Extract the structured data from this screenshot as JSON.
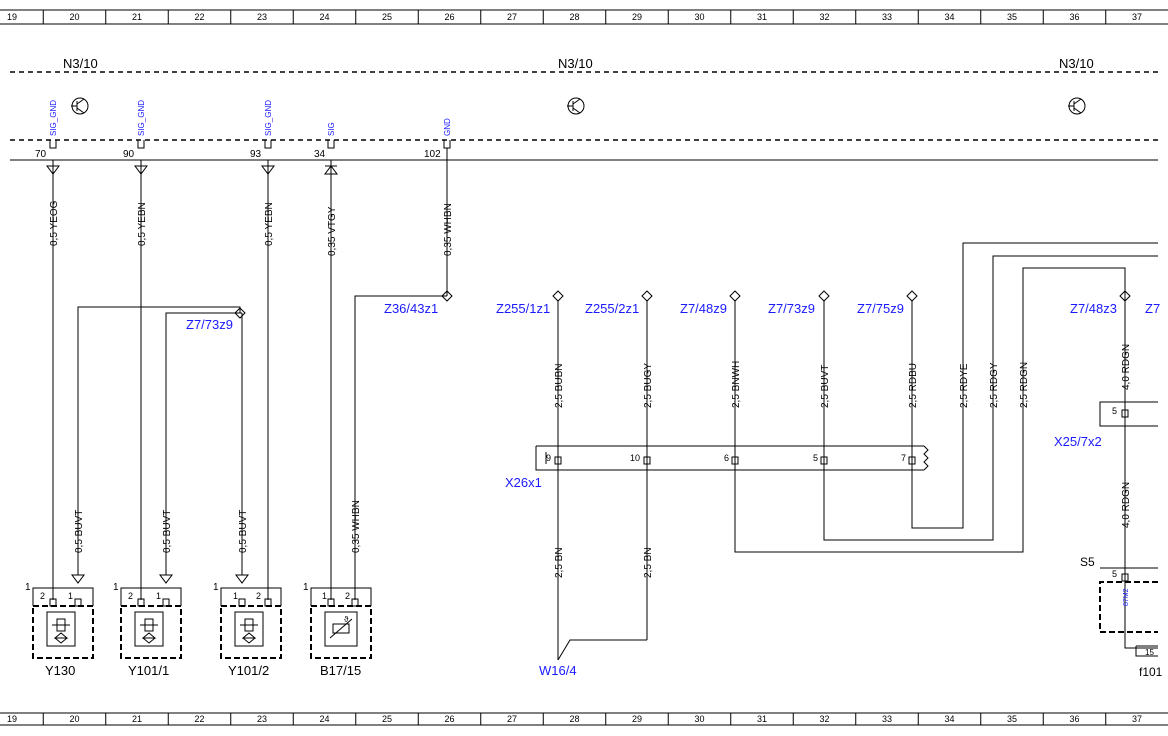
{
  "grid": {
    "numbers": [
      "19",
      "20",
      "21",
      "22",
      "23",
      "24",
      "25",
      "26",
      "27",
      "28",
      "29",
      "30",
      "31",
      "32",
      "33",
      "34",
      "35",
      "36",
      "37"
    ]
  },
  "control_unit": {
    "label_left": "N3/10",
    "label_mid": "N3/10",
    "label_right": "N3/10",
    "pin_labels": [
      "SIG_GND",
      "SIG_GND",
      "SIG_GND",
      "SIG",
      "GND"
    ],
    "pins": [
      "70",
      "90",
      "93",
      "34",
      "102"
    ]
  },
  "wires_top": [
    "0,5 YEOG",
    "0,5 YEBN",
    "0,5 YEBN",
    "0,35 VTGY",
    "0,35 WHBN"
  ],
  "wires_bottom": [
    "0,5 BUVT",
    "0,5 BUVT",
    "0,5 BUVT",
    "0,35 WHBN"
  ],
  "connectors_left": [
    "Z7/73z9",
    "Z36/43z1"
  ],
  "connectors_row": [
    "Z255/1z1",
    "Z255/2z1",
    "Z7/48z9",
    "Z7/73z9",
    "Z7/75z9",
    "Z7/48z3",
    "Z7"
  ],
  "wires_mid": [
    "2,5 BUBN",
    "2,5 BUGY",
    "2,5 BNWH",
    "2,5 BUVT",
    "2,5 RDBU",
    "2,5 RDYE",
    "2,5 RDGY",
    "2,5 RDGN",
    "4,0 RDGN"
  ],
  "x26": {
    "label": "X26x1",
    "pins": [
      "9",
      "10",
      "6",
      "5",
      "7"
    ]
  },
  "wires_low": [
    "2,5 BN",
    "2,5 BN",
    "4,0 RDGN"
  ],
  "x25": {
    "label": "X25/7x2",
    "pin": "5"
  },
  "s5": {
    "label": "S5",
    "pin": "5",
    "code": "87M2",
    "pin2": "15"
  },
  "ground": {
    "label": "W16/4"
  },
  "fuse": {
    "label": "f101"
  },
  "components": [
    {
      "label": "Y130",
      "mark": "1",
      "pins": [
        "2",
        "1"
      ]
    },
    {
      "label": "Y101/1",
      "mark": "1",
      "pins": [
        "2",
        "1"
      ]
    },
    {
      "label": "Y101/2",
      "mark": "1",
      "pins": [
        "1",
        "2"
      ]
    },
    {
      "label": "B17/15",
      "mark": "1",
      "pins": [
        "1",
        "2"
      ]
    }
  ],
  "colors": {
    "line": "#000000",
    "label_blue": "#1a1aff"
  }
}
